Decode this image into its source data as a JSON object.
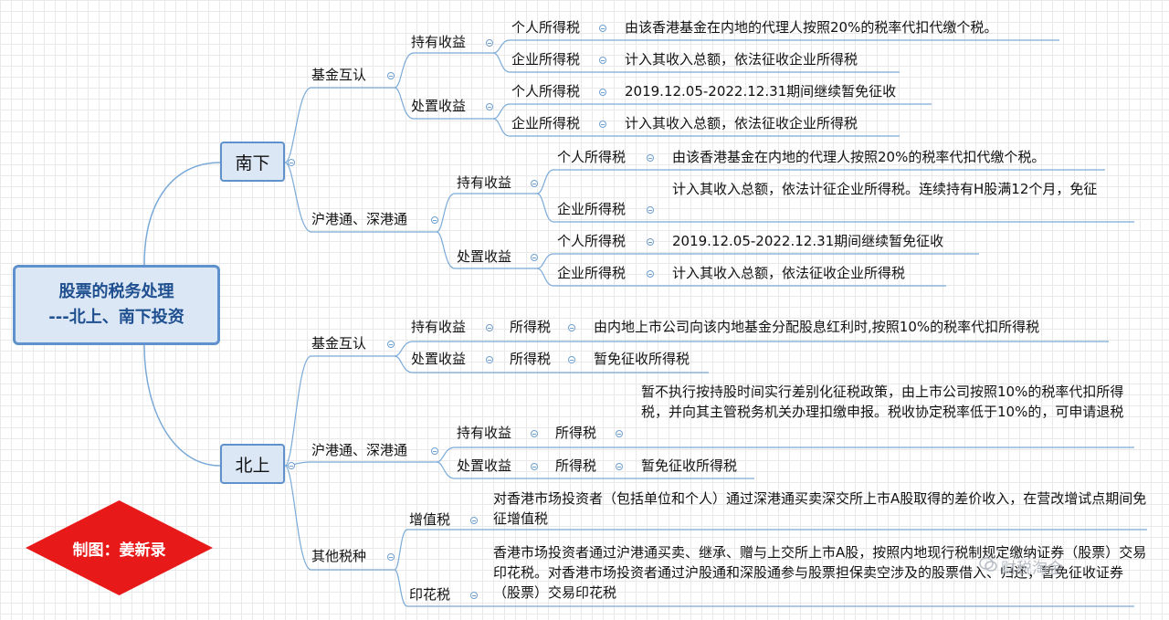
{
  "root": {
    "line1": "股票的税务处理",
    "line2": "---北上、南下投资"
  },
  "credit": "制图：姜新录",
  "watermark": "财税淘金",
  "south": {
    "label": "南下",
    "fund": {
      "label": "基金互认",
      "hold": {
        "label": "持有收益",
        "personal": {
          "label": "个人所得税",
          "text": "由该香港基金在内地的代理人按照20%的税率代扣代缴个税。"
        },
        "corporate": {
          "label": "企业所得税",
          "text": "计入其收入总额，依法征收企业所得税"
        }
      },
      "dispose": {
        "label": "处置收益",
        "personal": {
          "label": "个人所得税",
          "text": "2019.12.05-2022.12.31期间继续暂免征收"
        },
        "corporate": {
          "label": "企业所得税",
          "text": "计入其收入总额，依法征收企业所得税"
        }
      }
    },
    "connect": {
      "label": "沪港通、深港通",
      "hold": {
        "label": "持有收益",
        "personal": {
          "label": "个人所得税",
          "text": "由该香港基金在内地的代理人按照20%的税率代扣代缴个税。"
        },
        "corporate": {
          "label": "企业所得税",
          "text": "计入其收入总额，依法计征企业所得税。连续持有H股满12个月，免征"
        }
      },
      "dispose": {
        "label": "处置收益",
        "personal": {
          "label": "个人所得税",
          "text": "2019.12.05-2022.12.31期间继续暂免征收"
        },
        "corporate": {
          "label": "企业所得税",
          "text": "计入其收入总额，依法征收企业所得税"
        }
      }
    }
  },
  "north": {
    "label": "北上",
    "fund": {
      "label": "基金互认",
      "hold": {
        "label": "持有收益",
        "tax": "所得税",
        "text": "由内地上市公司向该内地基金分配股息红利时,按照10%的税率代扣所得税"
      },
      "dispose": {
        "label": "处置收益",
        "tax": "所得税",
        "text": "暂免征收所得税"
      }
    },
    "connect": {
      "label": "沪港通、深港通",
      "hold": {
        "label": "持有收益",
        "tax": "所得税",
        "text": "暂不执行按持股时间实行差别化征税政策，由上市公司按照10%的税率代扣所得税，并向其主管税务机关办理扣缴申报。税收协定税率低于10%的，可申请退税"
      },
      "dispose": {
        "label": "处置收益",
        "tax": "所得税",
        "text": "暂免征收所得税"
      }
    },
    "other": {
      "label": "其他税种",
      "vat": {
        "label": "增值税",
        "text": "对香港市场投资者（包括单位和个人）通过深港通买卖深交所上市A股取得的差价收入，在营改增试点期间免征增值税"
      },
      "stamp": {
        "label": "印花税",
        "text": "香港市场投资者通过沪港通买卖、继承、赠与上交所上市A股，按照内地现行税制规定缴纳证券（股票）交易印花税。对香港市场投资者通过沪股通和深股通参与股票担保卖空涉及的股票借入、归还，暂免征收证券（股票）交易印花税"
      }
    }
  }
}
